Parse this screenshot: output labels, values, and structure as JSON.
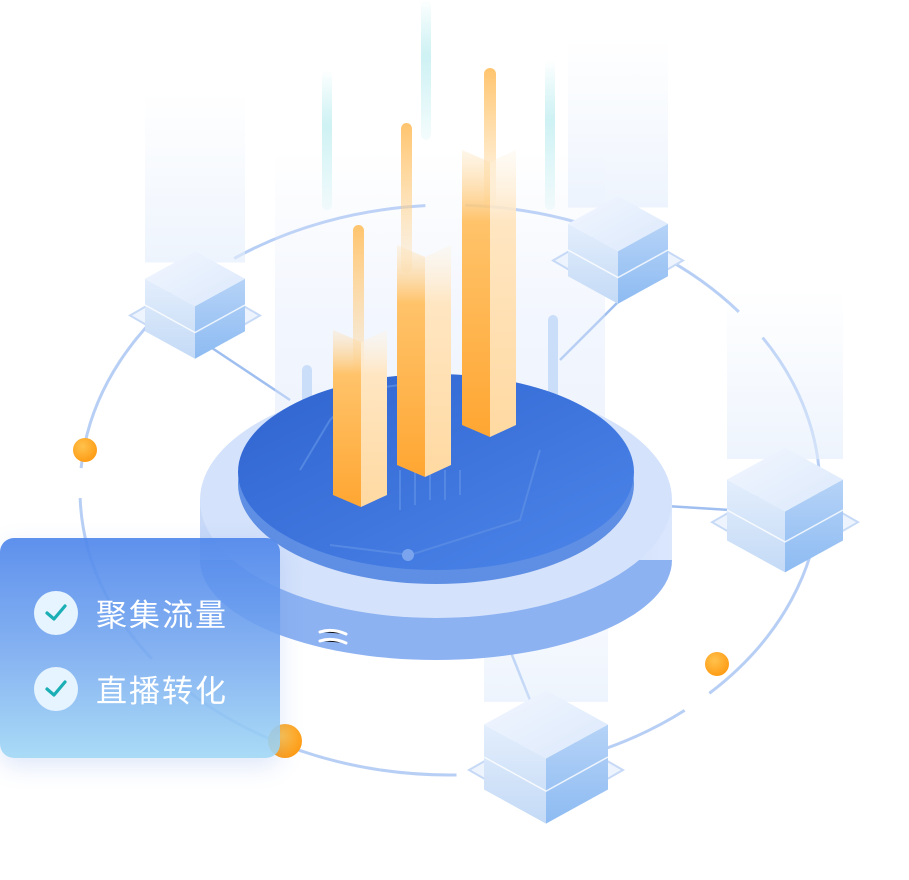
{
  "card": {
    "items": [
      {
        "icon": "check-circle-icon",
        "label": "聚集流量"
      },
      {
        "icon": "check-circle-icon",
        "label": "直播转化"
      }
    ]
  },
  "colors": {
    "accent_blue": "#4a7fe6",
    "bar_orange": "#ffab3d",
    "dot_orange": "#ff9f1a",
    "check_teal": "#1aaeb5"
  },
  "chart_data": {
    "type": "bar",
    "categories": [
      "",
      "",
      ""
    ],
    "values": [
      3,
      4,
      5
    ]
  }
}
